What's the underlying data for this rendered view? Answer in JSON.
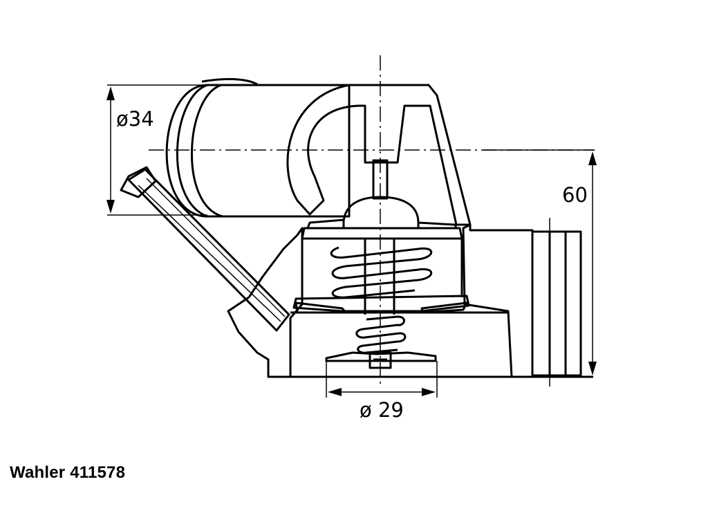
{
  "caption": "Wahler 411578",
  "dimensions": {
    "d34": "ø34",
    "d60": "60",
    "d29": "ø 29"
  }
}
